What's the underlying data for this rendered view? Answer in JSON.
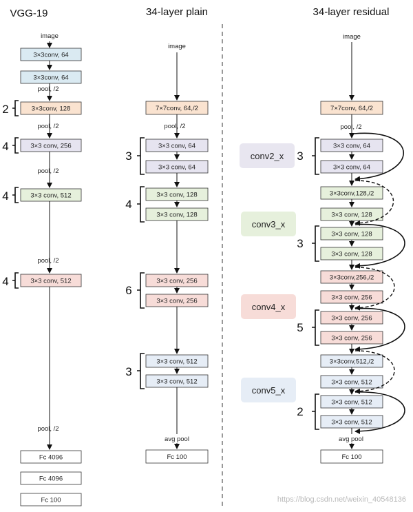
{
  "titles": {
    "vgg": "VGG-19",
    "plain": "34-layer plain",
    "residual": "34-layer residual"
  },
  "labels": {
    "image": "image",
    "pool": "pool, /2",
    "avgpool": "avg pool"
  },
  "vgg": {
    "boxes": [
      "3×3conv, 64",
      "3×3conv, 64",
      "3×3conv, 128",
      "3×3 conv, 256",
      "3×3 conv, 512",
      "3×3 conv, 512",
      "Fc 4096",
      "Fc 4096",
      "Fc 100"
    ],
    "brackets": [
      "2",
      "4",
      "4",
      "4"
    ]
  },
  "plain": {
    "boxes": [
      "7×7conv, 64,/2",
      "3×3 conv, 64",
      "3×3 conv, 64",
      "3×3 conv, 128",
      "3×3 conv, 128",
      "3×3 conv, 256",
      "3×3 conv, 256",
      "3×3 conv, 512",
      "3×3 conv, 512",
      "Fc 100"
    ],
    "brackets": [
      "3",
      "4",
      "6",
      "3"
    ]
  },
  "residual": {
    "boxes": [
      "7×7conv, 64,/2",
      "3×3 conv, 64",
      "3×3 conv, 64",
      "3×3conv,128,/2",
      "3×3 conv, 128",
      "3×3 conv, 128",
      "3×3 conv, 128",
      "3×3conv,256,/2",
      "3×3 conv, 256",
      "3×3 conv, 256",
      "3×3 conv, 256",
      "3×3conv,512,/2",
      "3×3 conv, 512",
      "3×3 conv, 512",
      "3×3 conv, 512",
      "Fc 100"
    ],
    "brackets": [
      "3",
      "3",
      "5",
      "2"
    ]
  },
  "stages": [
    "conv2_x",
    "conv3_x",
    "conv4_x",
    "conv5_x"
  ],
  "watermark": "https://blog.csdn.net/weixin_40548136",
  "colors": {
    "blue_box": "#daeaf2",
    "orange_box": "#fae3d0",
    "lavender_box": "#e6e4f0",
    "green_box": "#e6f0dc",
    "red_box": "#f7dcd8",
    "lightblue_box": "#e6edf6",
    "white_box": "#ffffff",
    "stage_conv2": "#e8e6f0",
    "stage_conv3": "#e6f0dc",
    "stage_conv4": "#f7dcd8",
    "stage_conv5": "#e6edf6"
  }
}
